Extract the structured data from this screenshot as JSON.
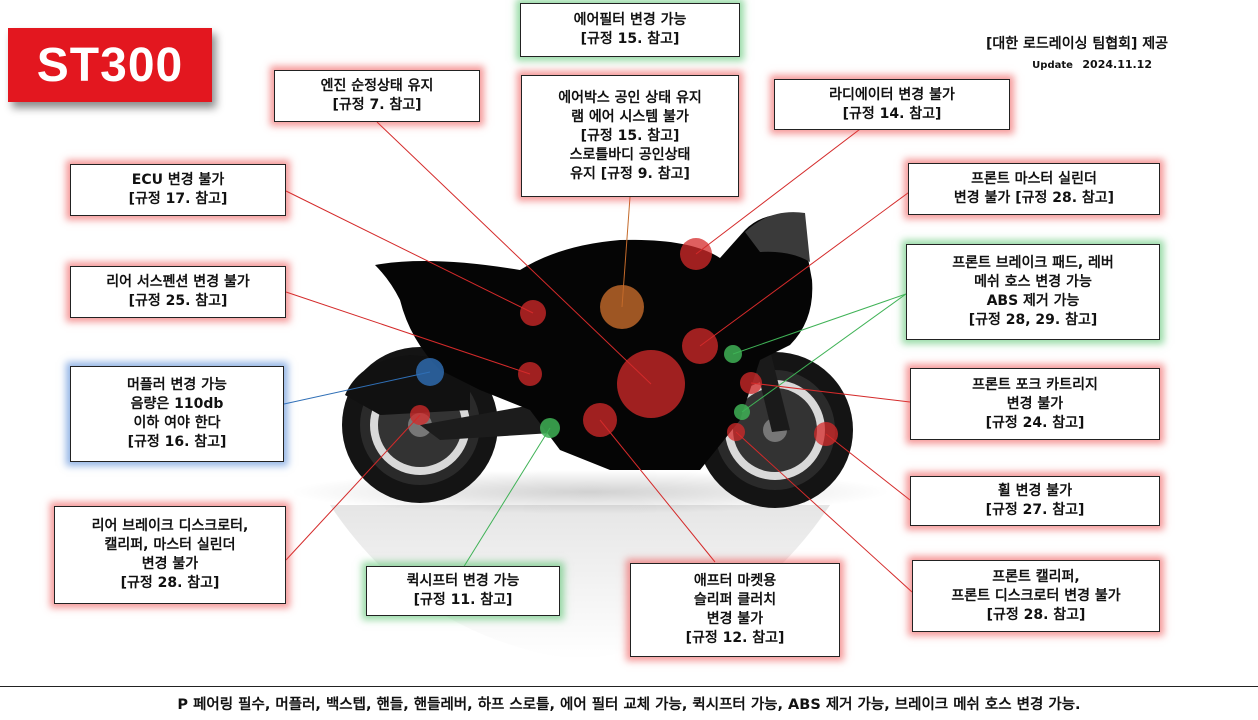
{
  "badge": {
    "model": "ST300"
  },
  "header": {
    "credit": "[대한 로드레이싱 팀협회] 제공",
    "update_label": "Update",
    "update_date": "2024.11.12"
  },
  "callouts": {
    "air_filter": {
      "lines": [
        "에어필터 변경 가능",
        "[규정 15. 참고]"
      ]
    },
    "engine": {
      "lines": [
        "엔진 순정상태 유지",
        "[규정 7. 참고]"
      ]
    },
    "airbox": {
      "lines": [
        "에어박스 공인 상태 유지",
        "램 에어 시스템 불가",
        "[규정 15. 참고]",
        "스로틀바디 공인상태",
        "유지 [규정 9. 참고]"
      ]
    },
    "radiator": {
      "lines": [
        "라디에이터 변경 불가",
        "[규정 14. 참고]"
      ]
    },
    "ecu": {
      "lines": [
        "ECU 변경 불가",
        "[규정 17. 참고]"
      ]
    },
    "front_master": {
      "lines": [
        "프론트 마스터 실린더",
        "변경 불가 [규정 28. 참고]"
      ]
    },
    "rear_suspension": {
      "lines": [
        "리어 서스펜션 변경 불가",
        "[규정 25. 참고]"
      ]
    },
    "front_brake": {
      "lines": [
        "프론트 브레이크 패드, 레버",
        "메쉬 호스 변경 가능",
        "ABS 제거 가능",
        "[규정 28, 29. 참고]"
      ]
    },
    "muffler": {
      "lines": [
        "머플러 변경 가능",
        "음량은 110db",
        "이하 여야 한다",
        "[규정 16. 참고]"
      ]
    },
    "front_fork": {
      "lines": [
        "프론트 포크 카트리지",
        "변경 불가",
        "[규정 24. 참고]"
      ]
    },
    "wheel": {
      "lines": [
        "휠 변경 불가",
        "[규정 27. 참고]"
      ]
    },
    "rear_brake": {
      "lines": [
        "리어 브레이크 디스크로터,",
        "캘리퍼, 마스터 실린더",
        "변경 불가",
        "[규정 28. 참고]"
      ]
    },
    "quickshifter": {
      "lines": [
        "퀵시프터 변경 가능",
        "[규정 11. 참고]"
      ]
    },
    "slipper_clutch": {
      "lines": [
        "애프터 마켓용",
        "슬리퍼 클러치",
        "변경 불가",
        "[규정 12. 참고]"
      ]
    },
    "front_caliper": {
      "lines": [
        "프론트 캘리퍼,",
        "프론트 디스크로터 변경 불가",
        "[규정 28. 참고]"
      ]
    }
  },
  "footer": {
    "text": "P 페어링 필수, 머플러, 백스텝, 핸들, 핸들레버, 하프 스로틀, 에어 필터 교체 가능, 퀵시프터 가능, ABS 제거 가능, 브레이크 메쉬 호스 변경 가능."
  },
  "colors": {
    "badge": "#e3171f",
    "prohibited": "#d42a2a",
    "allowed": "#3fb256",
    "muffler": "#2f6fb6",
    "airbox": "#c46a2a"
  }
}
